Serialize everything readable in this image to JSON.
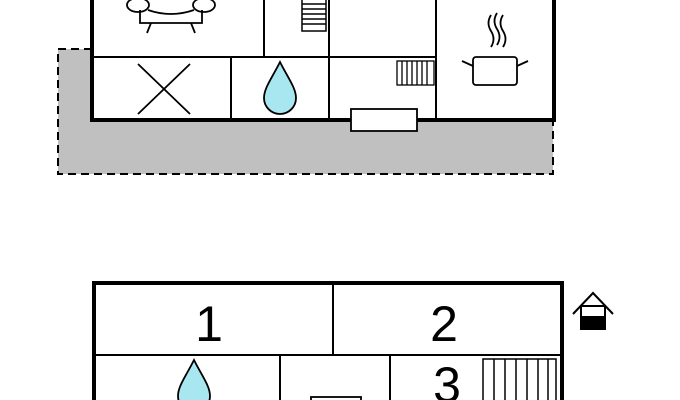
{
  "floors": [
    {
      "rooms": [
        {
          "icon": "sofa-icon"
        },
        {
          "icon": "stairs-icon"
        },
        {
          "icon": "kitchen-pot-icon"
        },
        {
          "icon": "bedroom-cross-icon"
        },
        {
          "icon": "water-drop-icon"
        },
        {
          "icon": "radiator-icon"
        },
        {
          "icon": "door-icon"
        }
      ],
      "terrace": {
        "style": "dashed",
        "fill": "#c0c0c0"
      }
    },
    {
      "rooms": [
        {
          "number": "1"
        },
        {
          "number": "2"
        },
        {
          "number": "3",
          "icon": "stairs-icon"
        },
        {
          "icon": "water-drop-icon"
        }
      ],
      "marker_icon": "house-floor-icon"
    }
  ],
  "colors": {
    "wall": "#000000",
    "terrace": "#c0c0c0",
    "water": "#a8e6f0",
    "background": "#ffffff"
  }
}
